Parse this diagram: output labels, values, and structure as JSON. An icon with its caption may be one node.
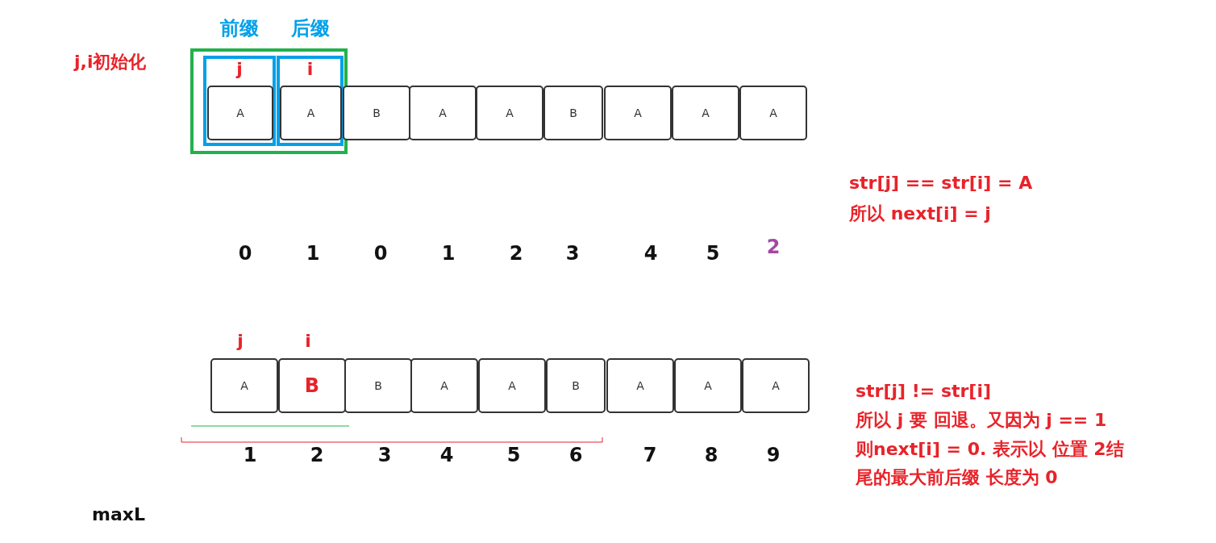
{
  "diagram": {
    "nodes": [
      {
        "text": [],
        "shape": "box"
      },
      {
        "text": [
          "前缀",
          "j"
        ],
        "in": 0
      },
      {
        "text": [
          "后缀",
          "i"
        ],
        "in": 0
      },
      {
        "text": [
          "A"
        ],
        "in": 1
      },
      {
        "text": [
          "A"
        ],
        "in": 2
      },
      {
        "text": [
          "B"
        ]
      },
      {
        "text": [
          "A"
        ]
      },
      {
        "text": [
          "A"
        ]
      },
      {
        "text": [
          "B"
        ]
      },
      {
        "text": [
          "A"
        ]
      },
      {
        "text": [
          "A"
        ]
      },
      {
        "text": [
          "A"
        ]
      },
      {
        "text": [
          "A"
        ]
      },
      {
        "text": [
          "B"
        ]
      },
      {
        "text": [
          "B"
        ]
      },
      {
        "text": [
          "A"
        ]
      },
      {
        "text": [
          "A"
        ]
      },
      {
        "text": [
          "B"
        ]
      },
      {
        "text": [
          "A"
        ]
      },
      {
        "text": [
          "A"
        ]
      },
      {
        "text": [
          "A"
        ]
      }
    ],
    "edges": [],
    "labels": [
      "j,i初始化",
      "str[j] == str[i] = A",
      "所以 next[i] = j",
      "0",
      "1",
      "0",
      "1",
      "2",
      "3",
      "4",
      "5",
      "2",
      "j",
      "i",
      "str[j] != str[i]",
      "所以 j 要 回退。又因为 j == 1",
      "则next[i] = 0. 表示以 位置 2结",
      "尾的最大前后缀 长度为 0",
      "1",
      "2",
      "3",
      "4",
      "5",
      "6",
      "7",
      "8",
      "9",
      "maxL"
    ]
  }
}
